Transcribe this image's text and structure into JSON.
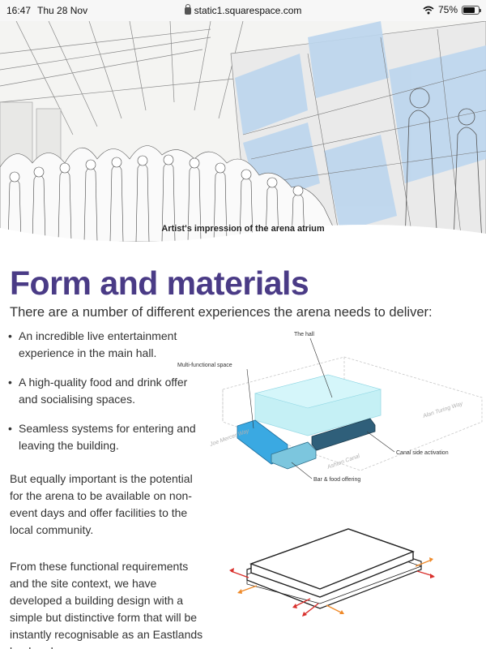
{
  "status_bar": {
    "time": "16:47",
    "date": "Thu 28 Nov",
    "url": "static1.squarespace.com",
    "battery": "75%",
    "battery_level": 0.75,
    "icons": [
      "lock-icon",
      "wifi-icon",
      "battery-icon"
    ]
  },
  "hero": {
    "caption": "Artist's impression of the arena atrium"
  },
  "content": {
    "title": "Form and materials",
    "intro": "There are a number of different experiences the arena needs to deliver:",
    "bullets": [
      "An incredible live entertainment experience in the main hall.",
      "A high-quality food and drink offer and socialising spaces.",
      "Seamless systems for entering and leaving the building."
    ],
    "paragraphs": [
      "But equally important is the potential for the arena to be available on non-event days and offer facilities to the local community.",
      "From these functional requirements and the site context, we have developed a building design with a simple but distinctive form that will be instantly recognisable as an Eastlands landmark."
    ]
  },
  "diagram": {
    "labels": {
      "hall": "The hall",
      "multi": "Multi-functional space",
      "canal": "Canal side activation",
      "bar": "Bar & food offering"
    },
    "streets": {
      "alan": "Alan Turing Way",
      "joe": "Joe Mercer Way",
      "ashton": "Ashton Canal"
    }
  },
  "colors": {
    "title": "#4a3b86",
    "hall": "#bfeff5",
    "multi": "#3aa9e2",
    "canal": "#2f5f7a",
    "bar": "#7cc6de",
    "arrow_red": "#d9302c",
    "arrow_orange": "#ef8a2a"
  }
}
